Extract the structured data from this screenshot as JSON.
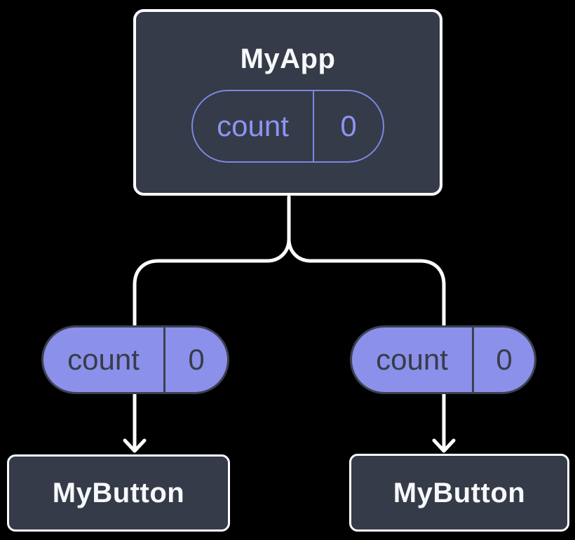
{
  "diagram": {
    "description": "Component tree with shared state lifted to parent",
    "app": {
      "title": "MyApp",
      "state": {
        "key": "count",
        "value": "0"
      }
    },
    "left_prop": {
      "key": "count",
      "value": "0"
    },
    "right_prop": {
      "key": "count",
      "value": "0"
    },
    "left_child": {
      "title": "MyButton"
    },
    "right_child": {
      "title": "MyButton"
    },
    "colors": {
      "background": "#000000",
      "node_fill": "#353B48",
      "node_border": "#FFFFFF",
      "node_text": "#F7F8FA",
      "connector": "#FFFFFF",
      "state_pill_outline": "#7C86E4",
      "state_pill_text": "#8C95F0",
      "prop_pill_fill": "#8B90EA",
      "prop_pill_border": "#3C4150",
      "prop_pill_text": "#373C49"
    }
  }
}
